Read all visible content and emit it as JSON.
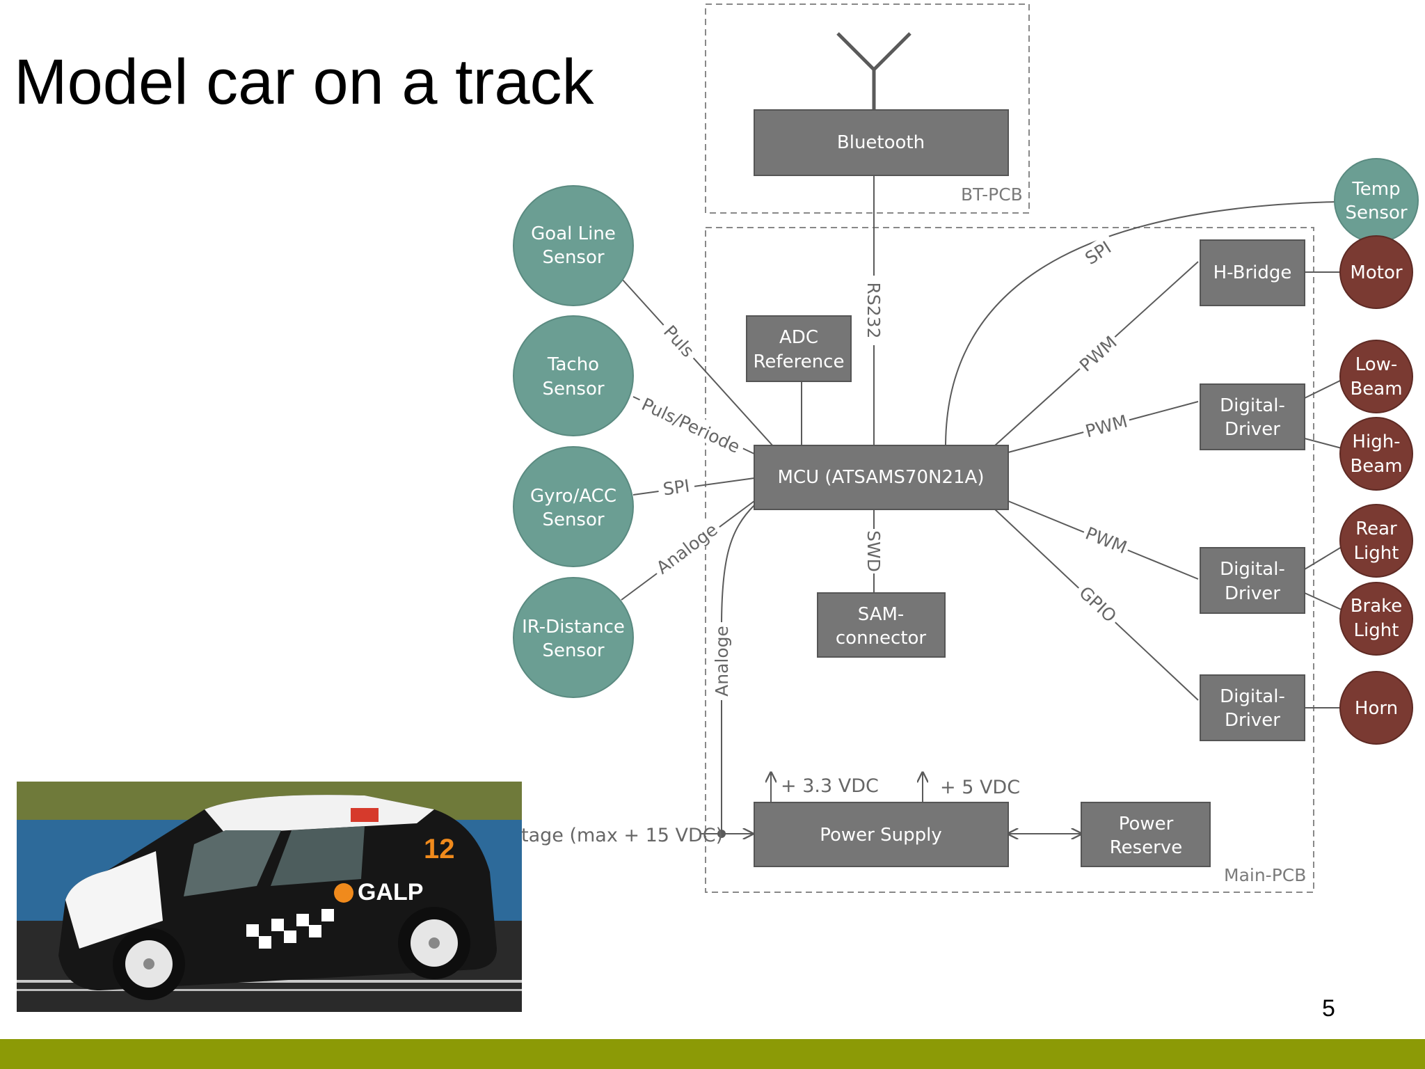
{
  "slide": {
    "title": "Model car on a track",
    "page_number": "5"
  },
  "colors": {
    "box": "#767676",
    "sensor": "#6b9e93",
    "actuator": "#7a3a32",
    "line": "#5a5a5a",
    "footer": "#8c9a06"
  },
  "photo": {
    "car_number": "12",
    "brand_text": "GALP"
  },
  "diagram": {
    "pcbs": {
      "bt": "BT-PCB",
      "main": "Main-PCB"
    },
    "boxes": {
      "bluetooth": "Bluetooth",
      "adc_line1": "ADC",
      "adc_line2": "Reference",
      "mcu": "MCU (ATSAMS70N21A)",
      "sam_line1": "SAM-",
      "sam_line2": "connector",
      "power_supply": "Power Supply",
      "power_reserve_line1": "Power",
      "power_reserve_line2": "Reserve",
      "hbridge": "H-Bridge",
      "driver1_line1": "Digital-",
      "driver1_line2": "Driver",
      "driver2_line1": "Digital-",
      "driver2_line2": "Driver",
      "driver3_line1": "Digital-",
      "driver3_line2": "Driver"
    },
    "sensors": {
      "goal_line1": "Goal Line",
      "goal_line2": "Sensor",
      "tacho_line1": "Tacho",
      "tacho_line2": "Sensor",
      "gyro_line1": "Gyro/ACC",
      "gyro_line2": "Sensor",
      "ir_line1": "IR-Distance",
      "ir_line2": "Sensor",
      "temp_line1": "Temp",
      "temp_line2": "Sensor"
    },
    "actuators": {
      "motor": "Motor",
      "lowbeam_line1": "Low-",
      "lowbeam_line2": "Beam",
      "highbeam_line1": "High-",
      "highbeam_line2": "Beam",
      "rear_line1": "Rear",
      "rear_line2": "Light",
      "brake_line1": "Brake",
      "brake_line2": "Light",
      "horn": "Horn"
    },
    "edges": {
      "rs232": "RS232",
      "swd": "SWD",
      "puls": "Puls",
      "puls_periode": "Puls/Periode",
      "spi_gyro": "SPI",
      "analoge_ir": "Analoge",
      "analoge_rail": "Analoge",
      "spi_temp": "SPI",
      "pwm_hbridge": "PWM",
      "pwm_driver1": "PWM",
      "pwm_driver2": "PWM",
      "gpio_driver3": "GPIO",
      "vdc33": "+ 3.3 VDC",
      "vdc5": "+ 5 VDC",
      "voltage_in": "tage (max + 15 VDC)"
    }
  }
}
